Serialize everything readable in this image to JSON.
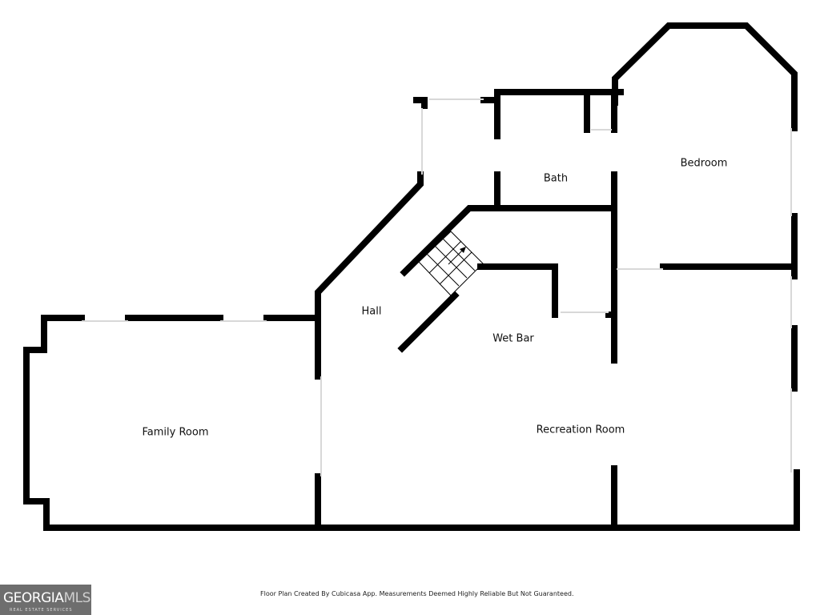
{
  "rooms": {
    "bedroom": "Bedroom",
    "bath": "Bath",
    "hall": "Hall",
    "wet_bar": "Wet Bar",
    "family_room": "Family Room",
    "recreation_room": "Recreation Room"
  },
  "footer": "Floor Plan Created By Cubicasa App. Measurements Deemed Highly Reliable But Not Guaranteed.",
  "logo": {
    "brand_a": "GEORGIA",
    "brand_b": "MLS",
    "tagline": "REAL ESTATE SERVICES"
  }
}
